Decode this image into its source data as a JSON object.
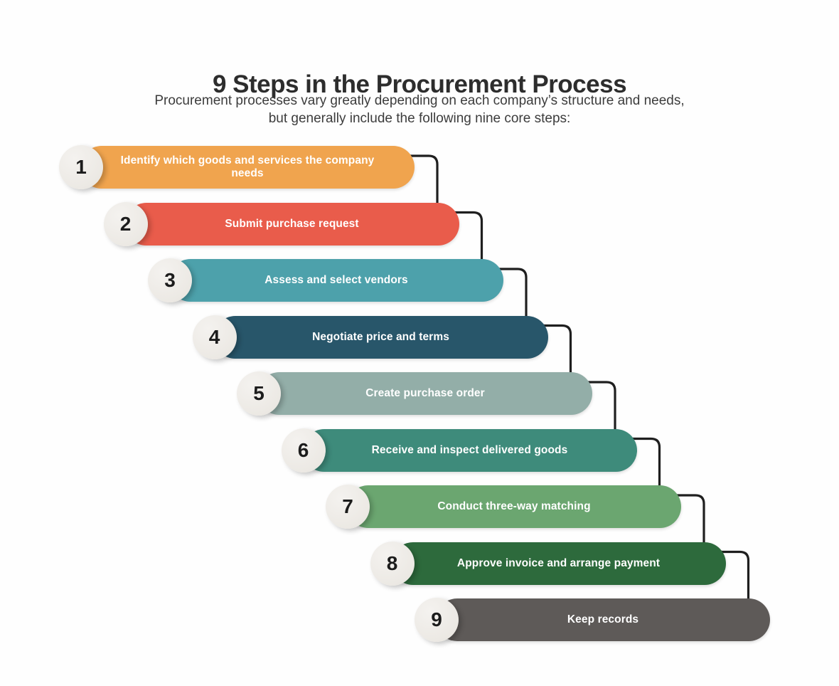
{
  "page": {
    "title": "9 Steps in the Procurement Process",
    "subtitle_line1": "Procurement processes vary greatly depending on each company’s structure and needs,",
    "subtitle_line2": "but generally include the following nine core steps:"
  },
  "diagram": {
    "connector_color": "#1f1f1f",
    "circle_fill": "#ece9e4",
    "circle_text_color": "#1c1c1c",
    "label_text_color": "#ffffff",
    "steps": [
      {
        "number": "1",
        "label": "Identify which goods and services the company needs",
        "color": "#f0a44e"
      },
      {
        "number": "2",
        "label": "Submit purchase request",
        "color": "#e95c4b"
      },
      {
        "number": "3",
        "label": "Assess and select vendors",
        "color": "#4da1ab"
      },
      {
        "number": "4",
        "label": "Negotiate price and terms",
        "color": "#28566a"
      },
      {
        "number": "5",
        "label": "Create purchase order",
        "color": "#93aea8"
      },
      {
        "number": "6",
        "label": "Receive and inspect delivered goods",
        "color": "#3e8b7b"
      },
      {
        "number": "7",
        "label": "Conduct three-way matching",
        "color": "#6ba670"
      },
      {
        "number": "8",
        "label": "Approve invoice and arrange payment",
        "color": "#2d6a3c"
      },
      {
        "number": "9",
        "label": "Keep records",
        "color": "#5e5a58"
      }
    ]
  }
}
